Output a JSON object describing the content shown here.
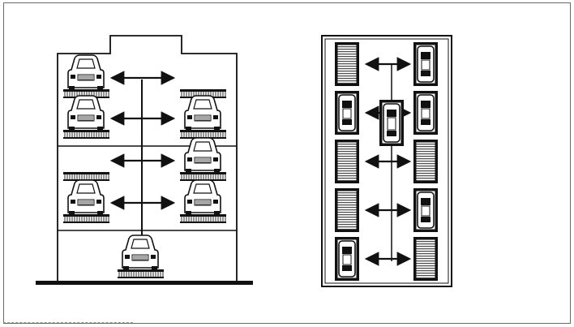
{
  "diagram": {
    "left_panel": {
      "view": "side-elevation",
      "left_levels": [
        {
          "car": true,
          "arrow": true
        },
        {
          "car": true,
          "arrow": true
        },
        {
          "car": false,
          "arrow": true
        },
        {
          "car": true,
          "arrow": true
        }
      ],
      "right_levels": [
        {
          "car": false
        },
        {
          "car": true
        },
        {
          "car": true
        },
        {
          "car": true
        }
      ],
      "lift_car": true
    },
    "right_panel": {
      "view": "plan",
      "left_column": [
        "striped",
        "car",
        "striped",
        "striped",
        "car"
      ],
      "right_column": [
        "car",
        "car",
        "striped",
        "car",
        "striped"
      ],
      "arrow_rows": 5,
      "shuttle_car": true
    },
    "colors": {
      "ink": "#111111",
      "paper": "#ffffff",
      "frame": "#6a6a6a"
    }
  }
}
